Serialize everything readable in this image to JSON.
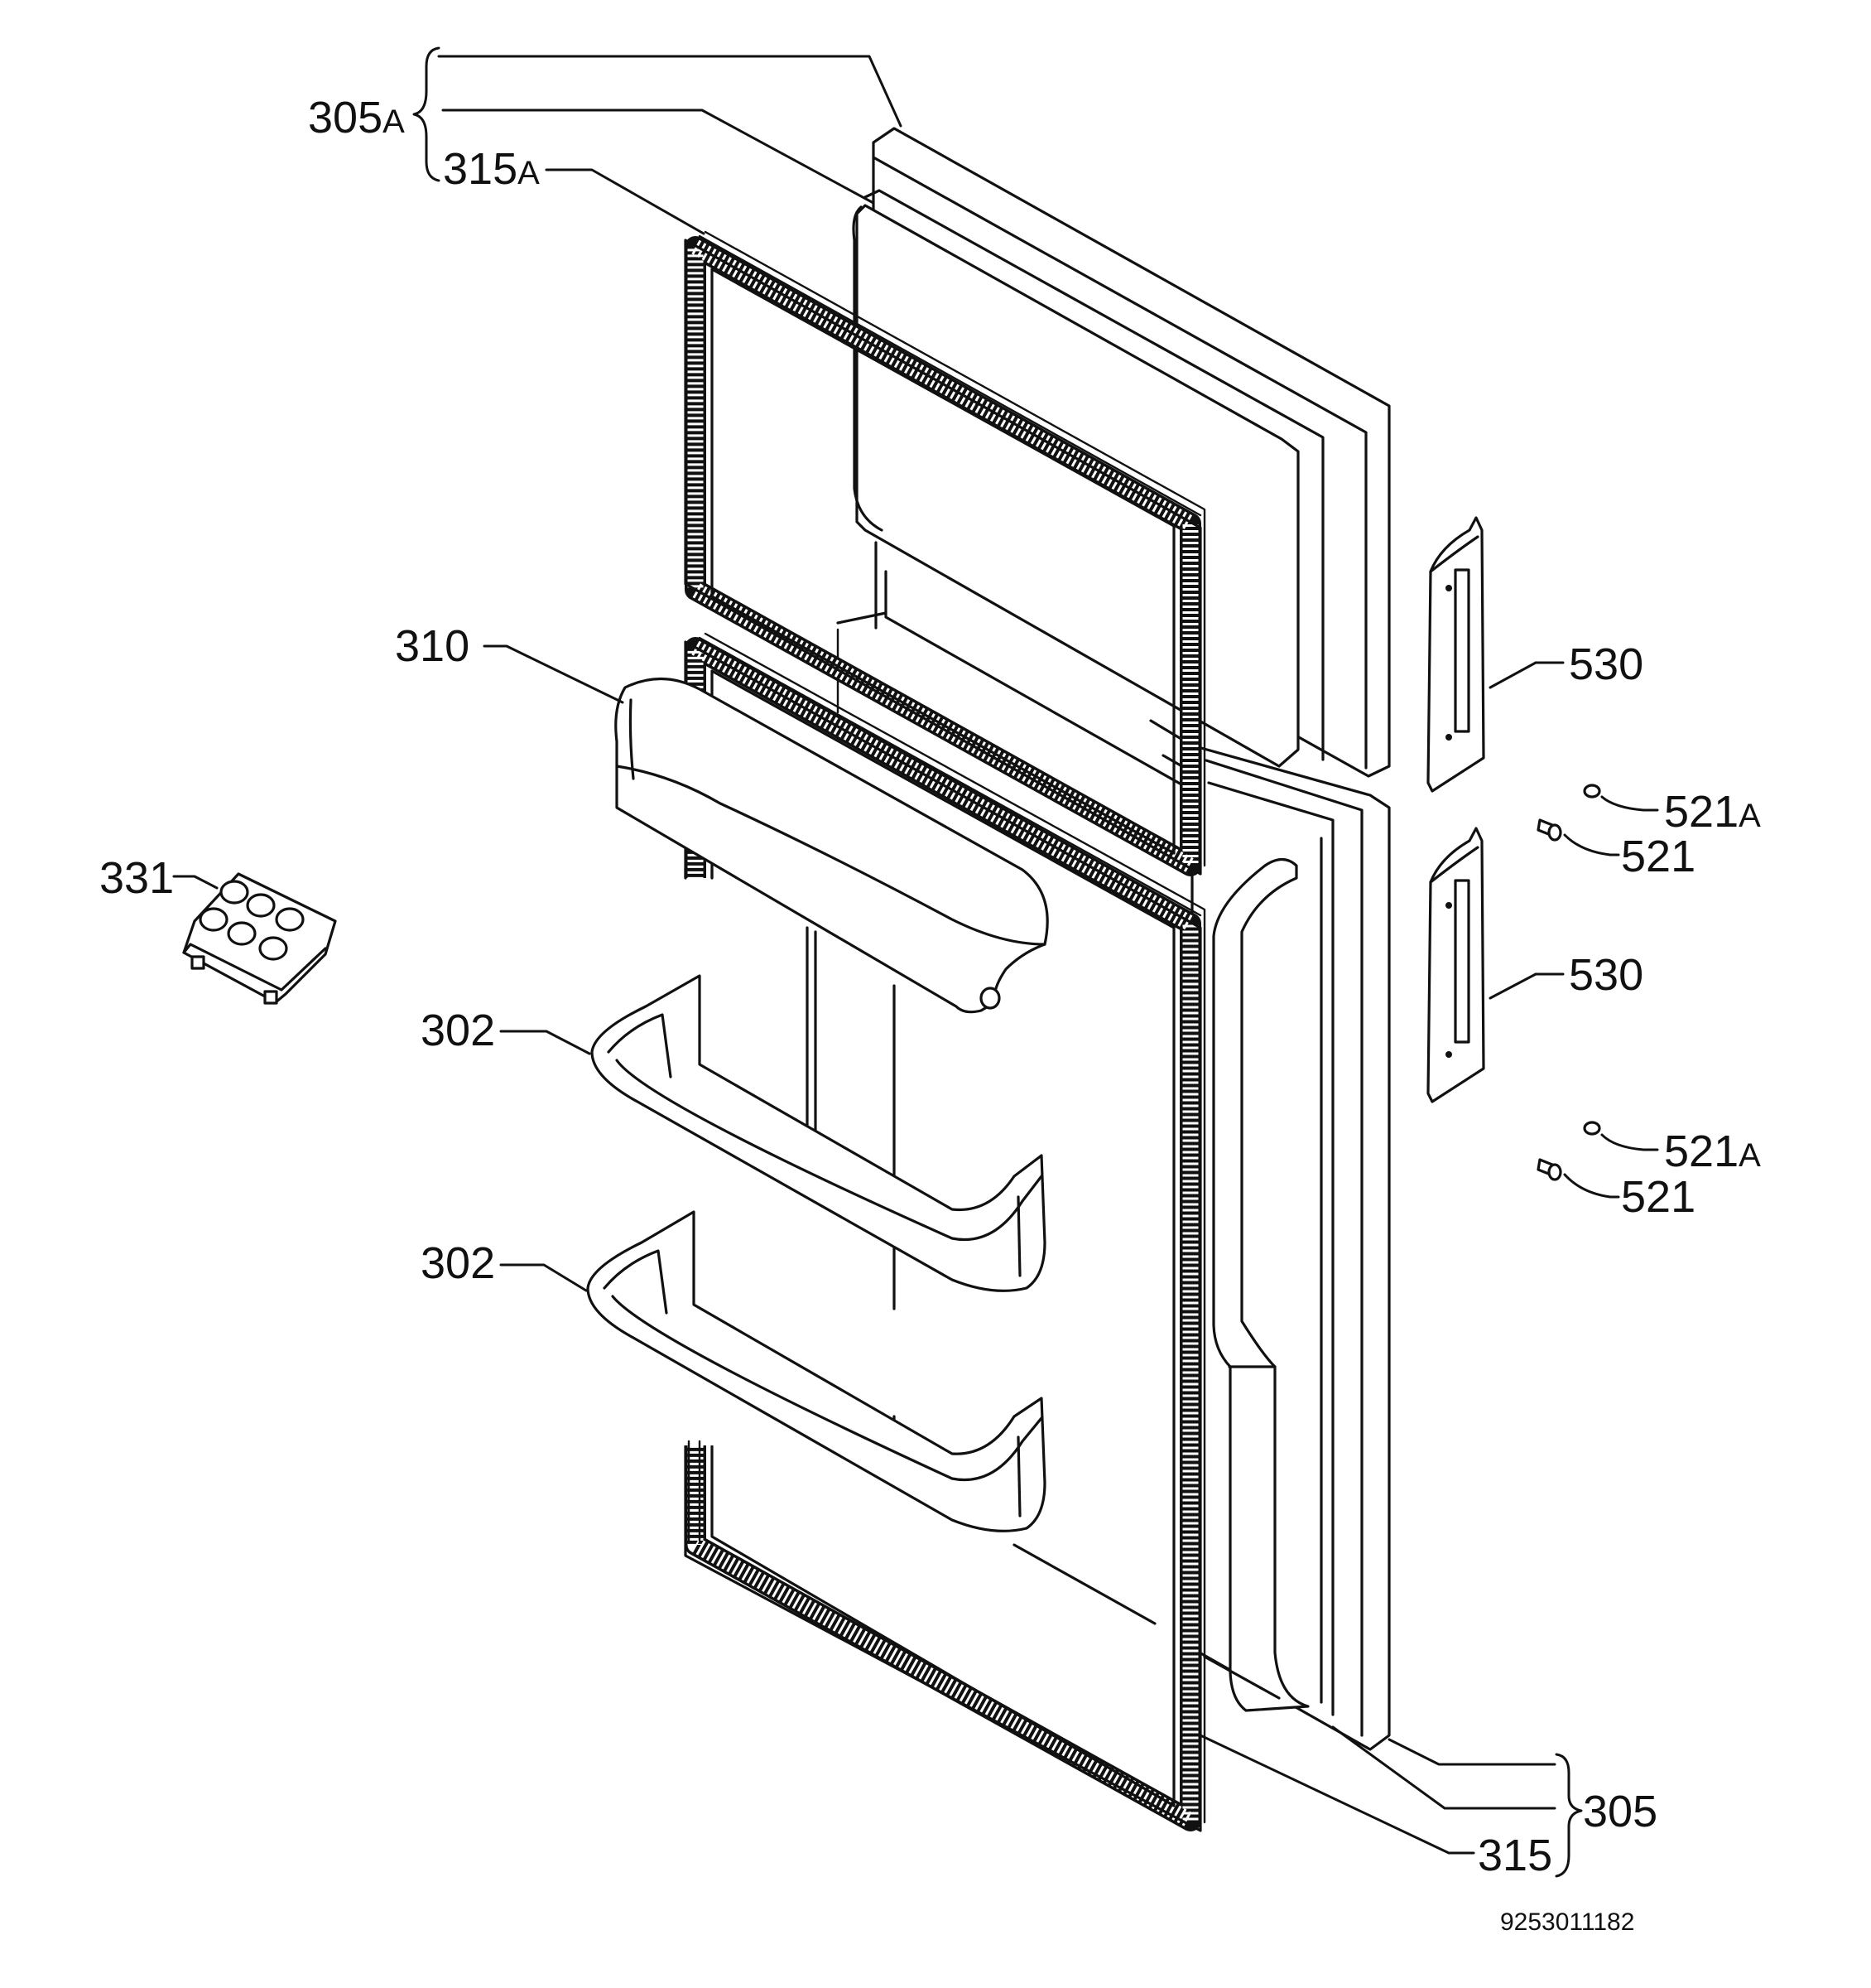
{
  "labels": {
    "l305A": {
      "main": "305",
      "suffix": "A"
    },
    "l315A": {
      "main": "315",
      "suffix": "A"
    },
    "l310": "310",
    "l331": "331",
    "l302a": "302",
    "l302b": "302",
    "l530a": "530",
    "l530b": "530",
    "l521Aa": {
      "main": "521",
      "suffix": "A"
    },
    "l521a": "521",
    "l521Ab": {
      "main": "521",
      "suffix": "A"
    },
    "l521b": "521",
    "l305": "305",
    "l315": "315"
  },
  "document_number": "9253011182"
}
